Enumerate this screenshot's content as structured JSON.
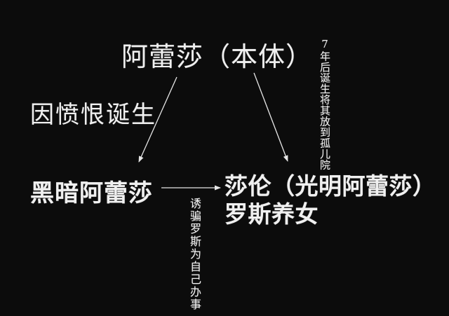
{
  "diagram": {
    "nodes": {
      "origin": "阿蕾莎（本体）",
      "dark": "黑暗阿蕾莎",
      "sharon_line1": "莎伦（光明阿蕾莎）",
      "sharon_line2": "罗斯养女"
    },
    "labels": {
      "left_edge": "因愤恨诞生",
      "right_edge_vertical": "7年后诞生将其放到孤儿院",
      "bottom_edge_vertical": "诱骗罗斯为自己办事"
    },
    "colors": {
      "background": "#0c0c0c",
      "text": "#f0f0f0",
      "arrow": "#e6e6e6"
    }
  }
}
